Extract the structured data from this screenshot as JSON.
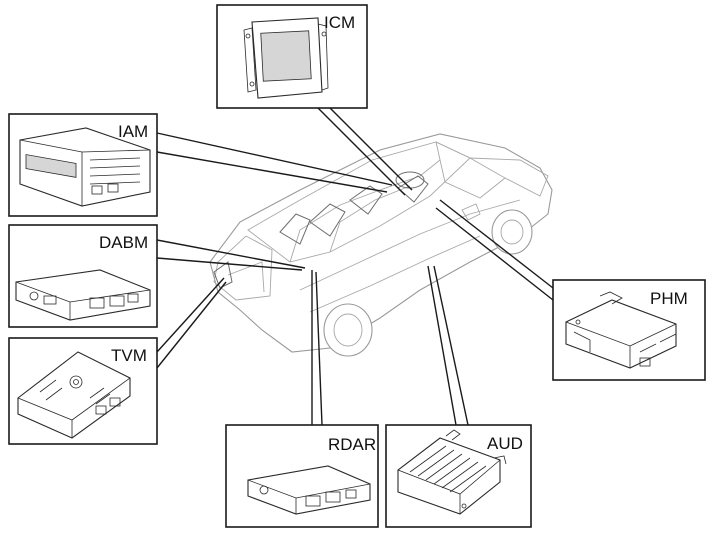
{
  "modules": [
    {
      "id": "icm",
      "label": "ICM"
    },
    {
      "id": "iam",
      "label": "IAM"
    },
    {
      "id": "dabm",
      "label": "DABM"
    },
    {
      "id": "tvm",
      "label": "TVM"
    },
    {
      "id": "phm",
      "label": "PHM"
    },
    {
      "id": "rdar",
      "label": "RDAR"
    },
    {
      "id": "aud",
      "label": "AUD"
    }
  ],
  "colors": {
    "line": "#1a1a1a",
    "car_outline": "#9a9a9a",
    "background": "#ffffff"
  }
}
